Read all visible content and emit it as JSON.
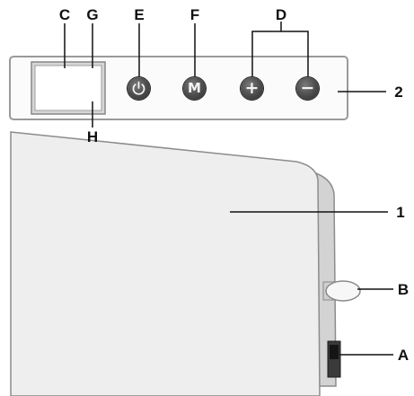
{
  "callouts": {
    "c": "C",
    "g": "G",
    "e": "E",
    "f": "F",
    "d": "D",
    "h": "H",
    "two": "2",
    "one": "1",
    "b": "B",
    "a": "A"
  },
  "control_panel": {
    "mode_button_glyph": "M",
    "plus_button_glyph": "+",
    "minus_button_glyph": "−",
    "power_button_icon": "power-icon"
  },
  "colors": {
    "panel_border": "#9a9a9a",
    "button_fill": "#4a4a4a",
    "heater_body": "#eeeeee",
    "heater_outline": "#8c8c8c"
  }
}
